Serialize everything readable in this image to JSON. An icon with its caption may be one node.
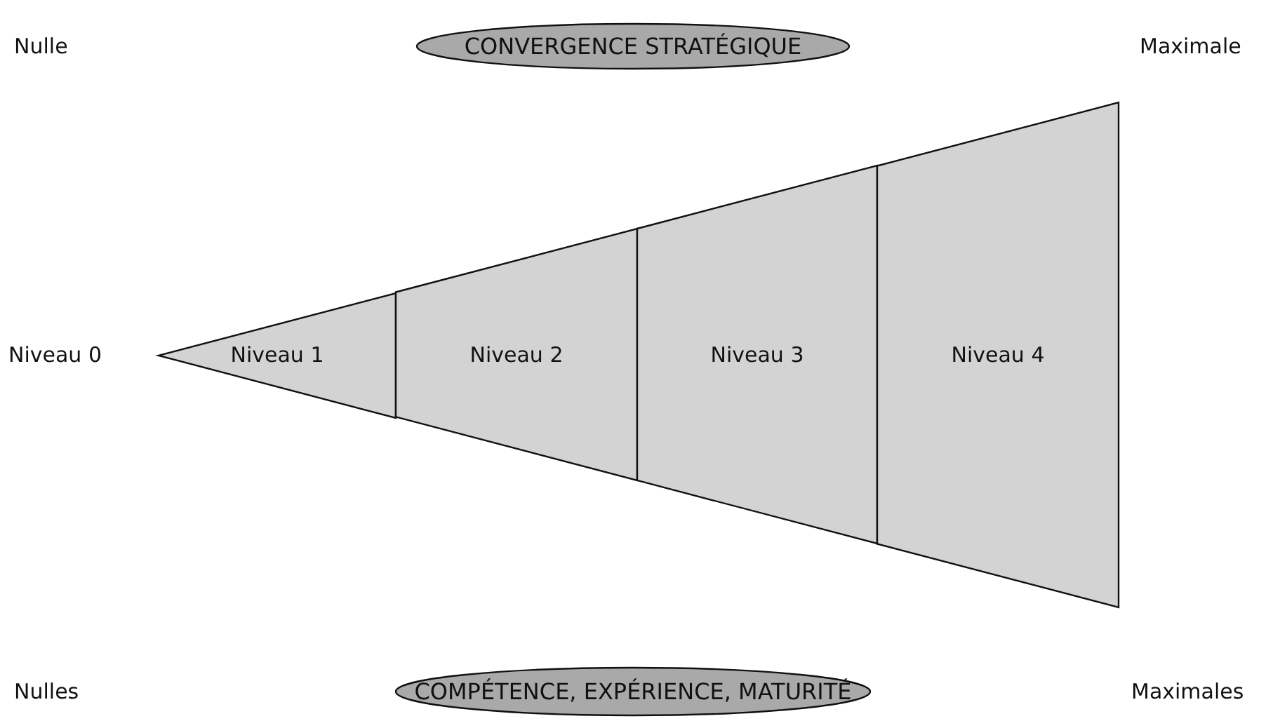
{
  "diagram": {
    "nodes": [
      {
        "text": [
          "CONVERGENCE STRATÉGIQUE"
        ]
      },
      {
        "text": [
          "Niveau 1"
        ]
      },
      {
        "text": [
          "Niveau 2"
        ]
      },
      {
        "text": [
          "Niveau 3"
        ]
      },
      {
        "text": [
          "Niveau 4"
        ]
      },
      {
        "text": [
          "COMPÉTENCE, EXPÉRIENCE, MATURITÉ"
        ]
      }
    ],
    "labels": [
      "Nulle",
      "Maximale",
      "Niveau 0",
      "Nulles",
      "Maximales"
    ]
  }
}
